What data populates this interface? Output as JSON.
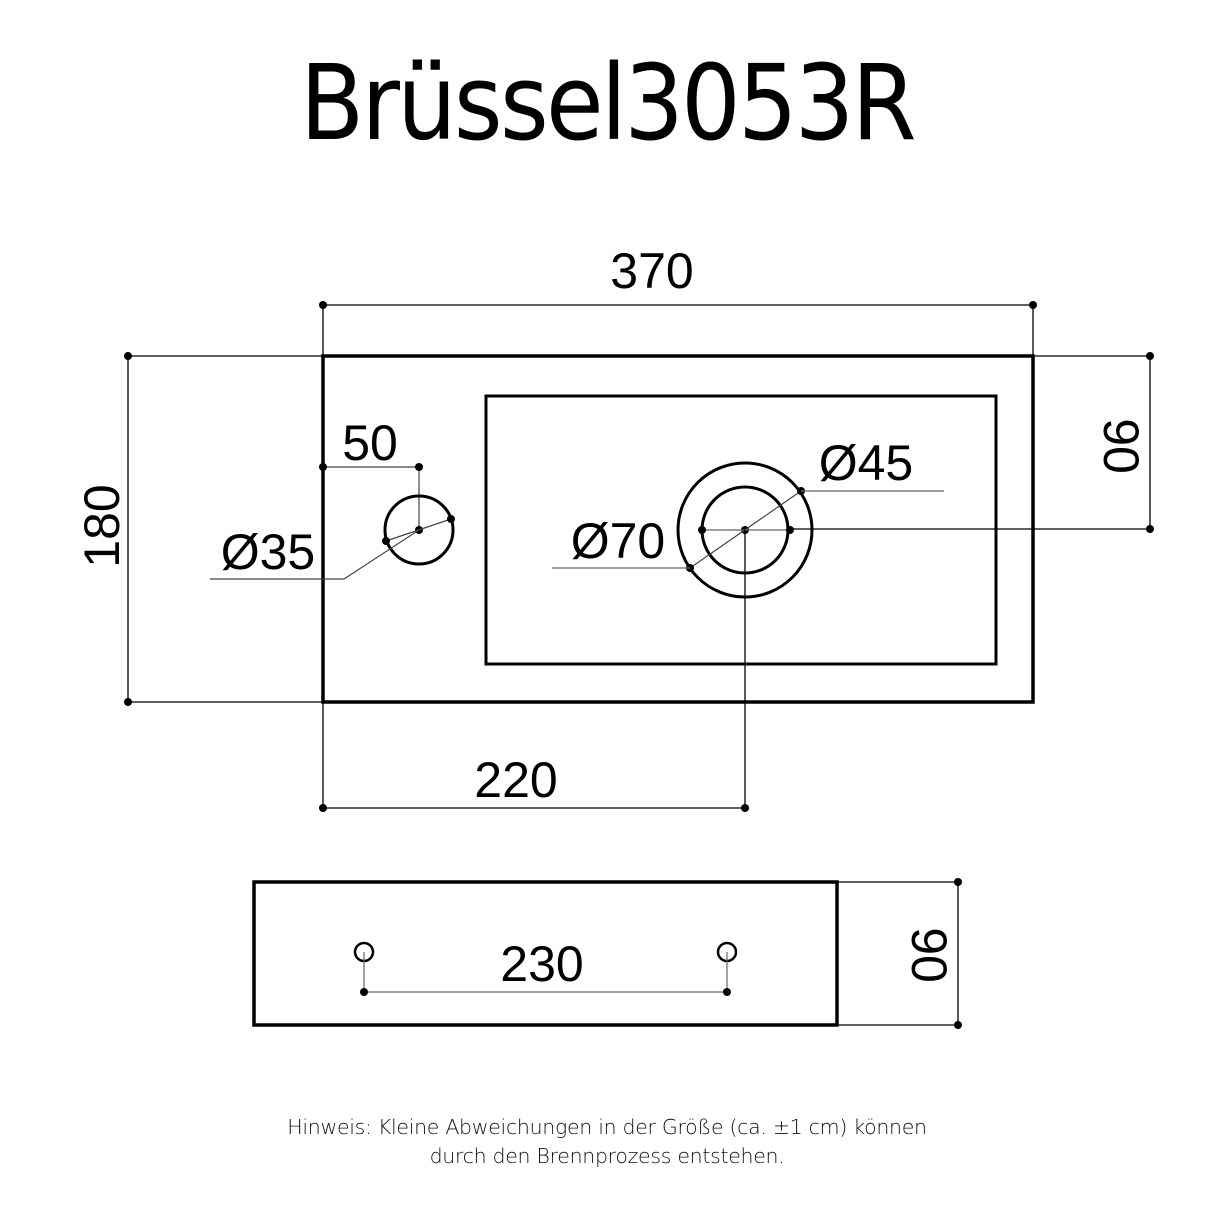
{
  "title": "Brüssel3053R",
  "top_view": {
    "overall_width": "370",
    "overall_depth": "180",
    "basin_offset_from_back": "90",
    "faucet_hole_offset": "50",
    "faucet_hole_diameter": "Ø35",
    "drain_outer_diameter": "Ø70",
    "drain_inner_diameter": "Ø45",
    "drain_offset_from_left": "220"
  },
  "side_view": {
    "mounting_hole_spacing": "230",
    "height": "90"
  },
  "note": {
    "line1": "Hinweis: Kleine Abweichungen in der Größe (ca. ±1 cm) können",
    "line2": "durch den Brennprozess entstehen."
  },
  "colors": {
    "line": "#000000",
    "thin_line": "#555555",
    "background": "#ffffff"
  }
}
